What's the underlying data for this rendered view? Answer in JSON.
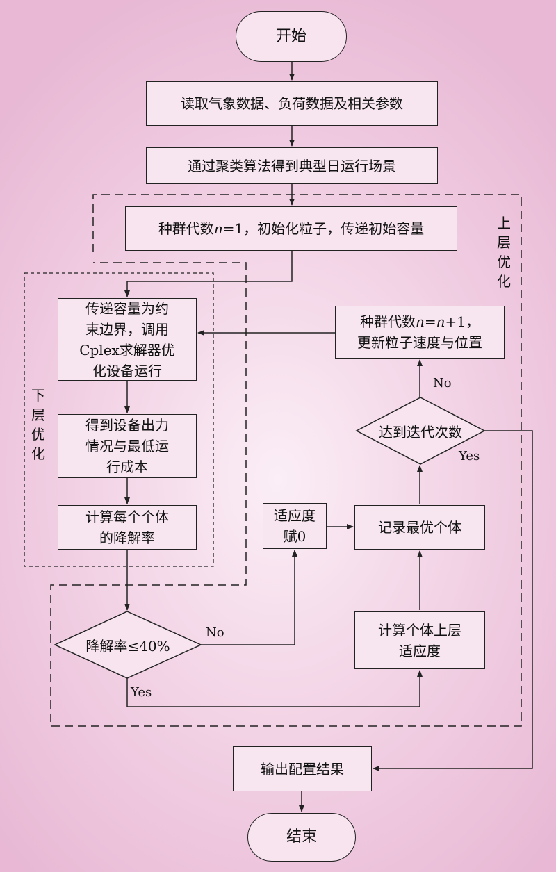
{
  "nodes": {
    "start": "开始",
    "read_data": "读取气象数据、负荷数据及相关参数",
    "cluster": "通过聚类算法得到典型日运行场景",
    "init_prefix": "种群代数",
    "init_var": "n",
    "init_suffix": "=1，初始化粒子，传递初始容量",
    "lower_optimize": "传递容量为约\n束边界，调用\nCplex求解器优\n化设备运行",
    "get_output": "得到设备出力\n情况与最低运\n行成本",
    "degradation": "计算每个个体\n的降解率",
    "degradation_check": "降解率≤40%",
    "fitness_zero": "适应度\n赋0",
    "record_best": "记录最优个体",
    "upper_fitness": "计算个体上层\n适应度",
    "iteration_check": "达到迭代次数",
    "update_prefix": "种群代数",
    "update_var1": "n",
    "update_eq": "=",
    "update_var2": "n",
    "update_suffix": "+1，",
    "update_line2": "更新粒子速度与位置",
    "output": "输出配置结果",
    "end": "结束"
  },
  "labels": {
    "upper_layer": "上层优化",
    "lower_layer": "下层优化",
    "no_degradation": "No",
    "yes_degradation": "Yes",
    "no_iteration": "No",
    "yes_iteration": "Yes"
  }
}
